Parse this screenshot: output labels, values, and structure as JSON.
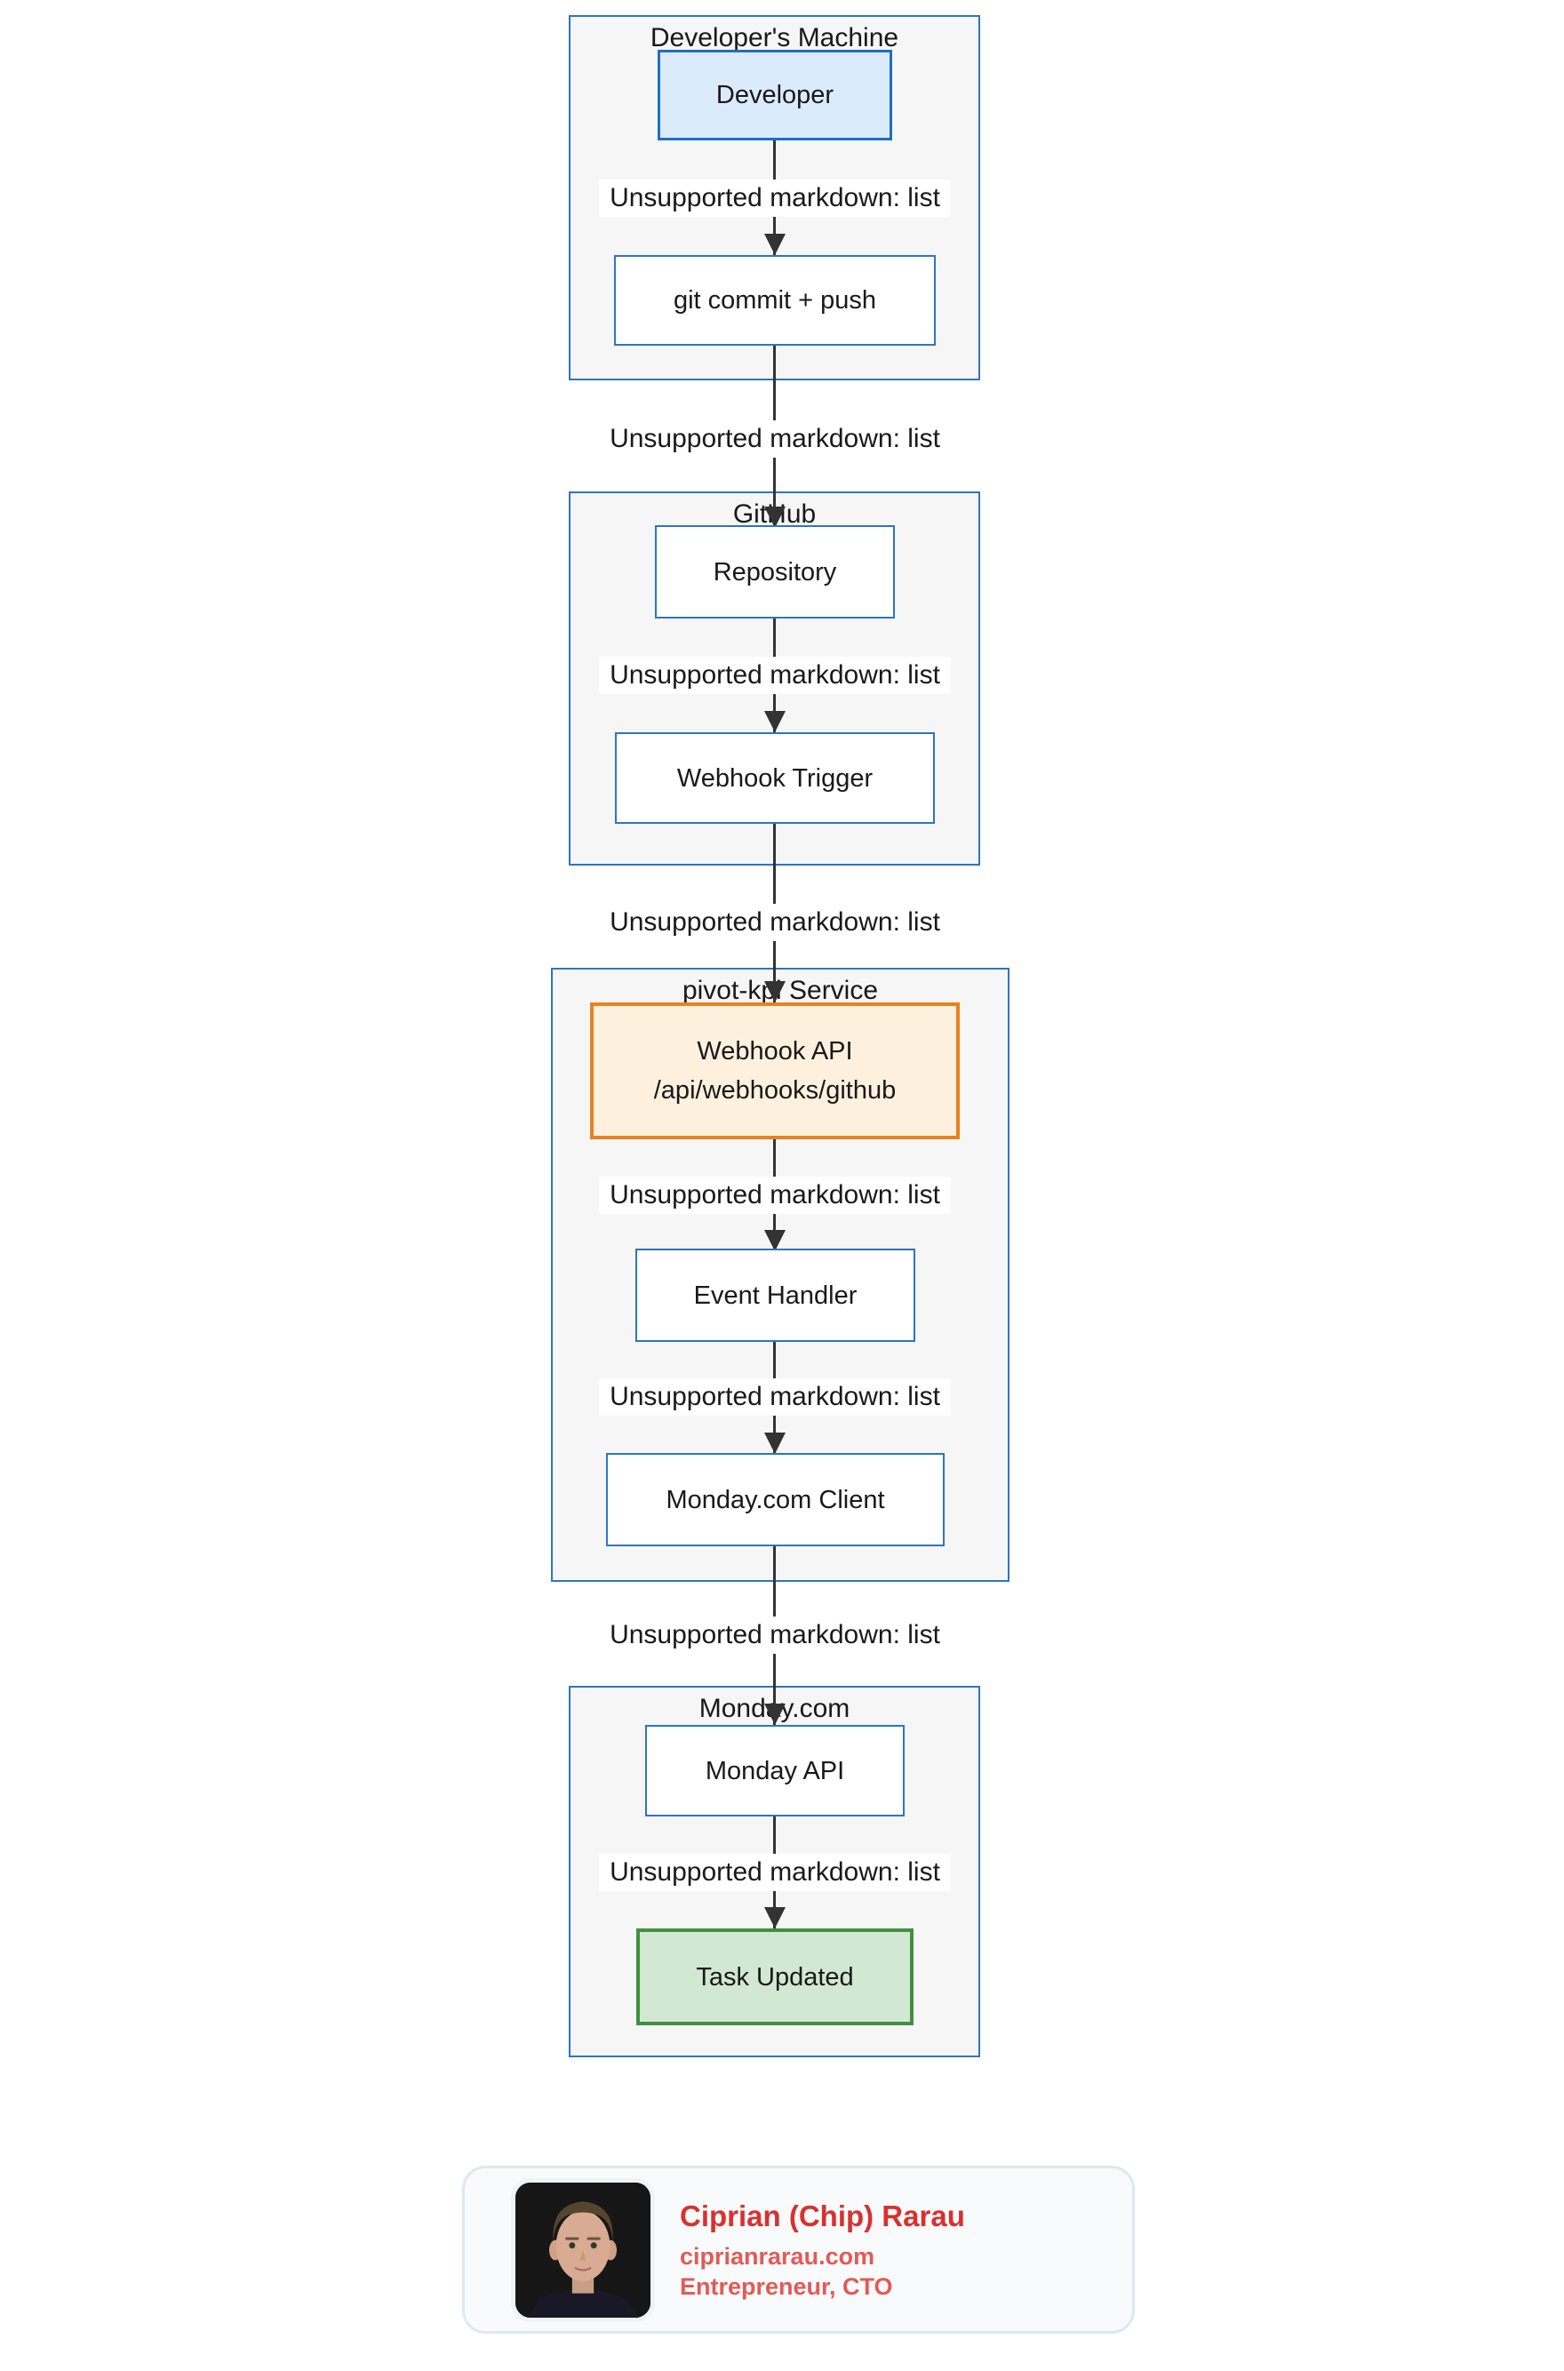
{
  "colors": {
    "cluster-border": "#2f74c2",
    "cluster-fill": "#f6f6f6",
    "node-border": "#2f74c2",
    "node-fill": "#ffffff",
    "highlight-blue-fill": "#dcebfb",
    "highlight-blue-border": "#1d6ec5",
    "highlight-orange-fill": "#fdf1de",
    "highlight-orange-border": "#e8821f",
    "highlight-green-fill": "#d2e8d2",
    "highlight-green-border": "#41903f",
    "edge-color": "#333333",
    "name-color": "#d8312f",
    "sub-color": "#e25b56"
  },
  "diagram": {
    "subgraphs": [
      {
        "title": "Developer's Machine"
      },
      {
        "title": "GitHub"
      },
      {
        "title": "pivot-kpi Service"
      },
      {
        "title": "Monday.com"
      }
    ],
    "nodes": {
      "developer": "Developer",
      "git_commit_push": "git commit + push",
      "repository": "Repository",
      "webhook_trigger": "Webhook Trigger",
      "webhook_api_line1": "Webhook API",
      "webhook_api_line2": "/api/webhooks/github",
      "event_handler": "Event Handler",
      "monday_client": "Monday.com Client",
      "monday_api": "Monday API",
      "task_updated": "Task Updated"
    },
    "edge_labels": [
      "Unsupported markdown: list",
      "Unsupported markdown: list",
      "Unsupported markdown: list",
      "Unsupported markdown: list",
      "Unsupported markdown: list",
      "Unsupported markdown: list",
      "Unsupported markdown: list",
      "Unsupported markdown: list"
    ]
  },
  "author_card": {
    "name": "Ciprian (Chip) Rarau",
    "website": "ciprianrarau.com",
    "role": "Entrepreneur, CTO"
  }
}
